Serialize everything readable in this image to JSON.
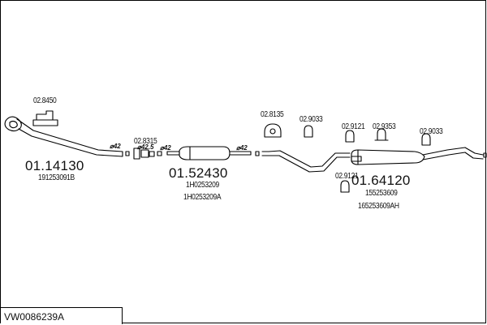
{
  "diagram": {
    "model_code": "VW0086239A",
    "parts": [
      {
        "number": "01.14130",
        "refs": [
          "191253091B"
        ]
      },
      {
        "number": "01.52430",
        "refs": [
          "1H0253209",
          "1H0253209A"
        ]
      },
      {
        "number": "01.64120",
        "refs": [
          "155253609",
          "165253609AH"
        ]
      }
    ],
    "accessories": [
      "02.8450",
      "02.8315",
      "02.8135",
      "02.9033",
      "02.9121",
      "02.9353",
      "02.9033",
      "02.9121"
    ],
    "diameters": [
      "⌀42",
      "⌀42.5",
      "⌀42",
      "⌀42"
    ]
  }
}
